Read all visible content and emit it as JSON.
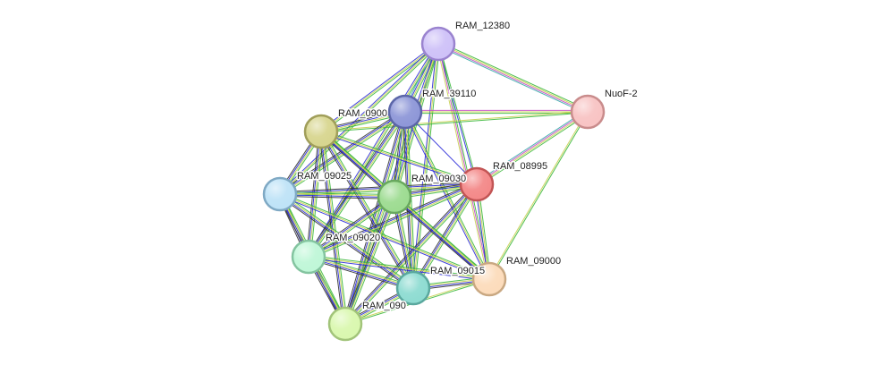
{
  "nodes": [
    {
      "id": "RAM_12380",
      "label": "RAM_12380",
      "fill": "#cfc2f8",
      "stroke": "#9a83cf"
    },
    {
      "id": "NuoF-2",
      "label": "NuoF-2",
      "fill": "#f8c4c4",
      "stroke": "#c98c8c"
    },
    {
      "id": "RAM_39110",
      "label": "RAM_39110",
      "fill": "#8f98d8",
      "stroke": "#5c66a8"
    },
    {
      "id": "RAM_09005",
      "label": "RAM_0900",
      "fill": "#d8d690",
      "stroke": "#a09e5a"
    },
    {
      "id": "RAM_08995",
      "label": "RAM_08995",
      "fill": "#f48a8a",
      "stroke": "#c25555"
    },
    {
      "id": "RAM_09025",
      "label": "RAM_09025",
      "fill": "#bfe3f7",
      "stroke": "#7fa9c4"
    },
    {
      "id": "RAM_09030",
      "label": "RAM_09030",
      "fill": "#9edc92",
      "stroke": "#68a85e"
    },
    {
      "id": "RAM_09020",
      "label": "RAM_09020",
      "fill": "#c0f7d8",
      "stroke": "#84c4a0"
    },
    {
      "id": "RAM_09015",
      "label": "RAM_09015",
      "fill": "#8fdcd2",
      "stroke": "#5aa89e"
    },
    {
      "id": "RAM_09000",
      "label": "RAM_09000",
      "fill": "#fcdcbc",
      "stroke": "#c9a882"
    },
    {
      "id": "RAM_09010",
      "label": "RAM_090",
      "fill": "#daf8b0",
      "stroke": "#a2c47a"
    }
  ],
  "edge_colors": {
    "green": "#3cb83c",
    "blue": "#2a2ad8",
    "yellow": "#c8d050",
    "magenta": "#c44cc4",
    "teal": "#3aa8a8",
    "black": "#333333",
    "olive": "#a8b838"
  },
  "edges": [
    {
      "a": "RAM_12380",
      "b": "NuoF-2",
      "types": [
        "green",
        "yellow",
        "magenta",
        "teal"
      ]
    },
    {
      "a": "RAM_12380",
      "b": "RAM_39110",
      "types": [
        "green",
        "yellow",
        "blue",
        "teal"
      ]
    },
    {
      "a": "RAM_12380",
      "b": "RAM_09005",
      "types": [
        "green",
        "yellow",
        "blue"
      ]
    },
    {
      "a": "RAM_12380",
      "b": "RAM_08995",
      "types": [
        "green",
        "blue"
      ]
    },
    {
      "a": "RAM_12380",
      "b": "RAM_09025",
      "types": [
        "green",
        "yellow",
        "blue"
      ]
    },
    {
      "a": "RAM_12380",
      "b": "RAM_09030",
      "types": [
        "green",
        "yellow",
        "blue"
      ]
    },
    {
      "a": "RAM_12380",
      "b": "RAM_09020",
      "types": [
        "green",
        "yellow",
        "blue"
      ]
    },
    {
      "a": "RAM_12380",
      "b": "RAM_09015",
      "types": [
        "green",
        "yellow",
        "blue"
      ]
    },
    {
      "a": "RAM_12380",
      "b": "RAM_09000",
      "types": [
        "green",
        "magenta",
        "yellow"
      ]
    },
    {
      "a": "RAM_12380",
      "b": "RAM_09010",
      "types": [
        "green",
        "yellow",
        "blue"
      ]
    },
    {
      "a": "NuoF-2",
      "b": "RAM_39110",
      "types": [
        "green",
        "yellow",
        "magenta"
      ]
    },
    {
      "a": "NuoF-2",
      "b": "RAM_09005",
      "types": [
        "green",
        "yellow"
      ]
    },
    {
      "a": "NuoF-2",
      "b": "RAM_08995",
      "types": [
        "green",
        "yellow",
        "magenta",
        "teal"
      ]
    },
    {
      "a": "NuoF-2",
      "b": "RAM_09000",
      "types": [
        "green",
        "yellow"
      ]
    },
    {
      "a": "RAM_39110",
      "b": "RAM_09005",
      "types": [
        "green",
        "yellow",
        "blue",
        "black"
      ]
    },
    {
      "a": "RAM_39110",
      "b": "RAM_08995",
      "types": [
        "blue"
      ]
    },
    {
      "a": "RAM_39110",
      "b": "RAM_09025",
      "types": [
        "green",
        "yellow",
        "blue",
        "black"
      ]
    },
    {
      "a": "RAM_39110",
      "b": "RAM_09030",
      "types": [
        "green",
        "yellow",
        "blue",
        "black"
      ]
    },
    {
      "a": "RAM_39110",
      "b": "RAM_09020",
      "types": [
        "green",
        "yellow",
        "blue",
        "black"
      ]
    },
    {
      "a": "RAM_39110",
      "b": "RAM_09015",
      "types": [
        "green",
        "yellow",
        "blue",
        "black"
      ]
    },
    {
      "a": "RAM_39110",
      "b": "RAM_09000",
      "types": [
        "green",
        "yellow",
        "blue"
      ]
    },
    {
      "a": "RAM_39110",
      "b": "RAM_09010",
      "types": [
        "green",
        "yellow",
        "blue",
        "black"
      ]
    },
    {
      "a": "RAM_09005",
      "b": "RAM_08995",
      "types": [
        "green",
        "yellow",
        "blue"
      ]
    },
    {
      "a": "RAM_09005",
      "b": "RAM_09025",
      "types": [
        "green",
        "yellow",
        "blue",
        "black"
      ]
    },
    {
      "a": "RAM_09005",
      "b": "RAM_09030",
      "types": [
        "green",
        "yellow",
        "blue",
        "black"
      ]
    },
    {
      "a": "RAM_09005",
      "b": "RAM_09020",
      "types": [
        "green",
        "yellow",
        "blue",
        "black"
      ]
    },
    {
      "a": "RAM_09005",
      "b": "RAM_09015",
      "types": [
        "green",
        "yellow",
        "blue",
        "black"
      ]
    },
    {
      "a": "RAM_09005",
      "b": "RAM_09000",
      "types": [
        "green",
        "yellow",
        "blue"
      ]
    },
    {
      "a": "RAM_09005",
      "b": "RAM_09010",
      "types": [
        "green",
        "yellow",
        "blue",
        "black"
      ]
    },
    {
      "a": "RAM_08995",
      "b": "RAM_09025",
      "types": [
        "green",
        "yellow",
        "blue",
        "black"
      ]
    },
    {
      "a": "RAM_08995",
      "b": "RAM_09030",
      "types": [
        "green",
        "yellow",
        "blue",
        "black"
      ]
    },
    {
      "a": "RAM_08995",
      "b": "RAM_09020",
      "types": [
        "green",
        "yellow",
        "blue",
        "black"
      ]
    },
    {
      "a": "RAM_08995",
      "b": "RAM_09015",
      "types": [
        "green",
        "yellow",
        "blue",
        "black"
      ]
    },
    {
      "a": "RAM_08995",
      "b": "RAM_09000",
      "types": [
        "green",
        "yellow",
        "blue"
      ]
    },
    {
      "a": "RAM_08995",
      "b": "RAM_09010",
      "types": [
        "green",
        "yellow",
        "blue",
        "black"
      ]
    },
    {
      "a": "RAM_09025",
      "b": "RAM_09030",
      "types": [
        "green",
        "yellow",
        "blue",
        "black"
      ]
    },
    {
      "a": "RAM_09025",
      "b": "RAM_09020",
      "types": [
        "green",
        "yellow",
        "blue",
        "black"
      ]
    },
    {
      "a": "RAM_09025",
      "b": "RAM_09015",
      "types": [
        "green",
        "yellow",
        "blue",
        "black"
      ]
    },
    {
      "a": "RAM_09025",
      "b": "RAM_09000",
      "types": [
        "green",
        "yellow",
        "blue"
      ]
    },
    {
      "a": "RAM_09025",
      "b": "RAM_09010",
      "types": [
        "green",
        "yellow",
        "blue",
        "black"
      ]
    },
    {
      "a": "RAM_09030",
      "b": "RAM_09020",
      "types": [
        "green",
        "yellow",
        "blue",
        "black"
      ]
    },
    {
      "a": "RAM_09030",
      "b": "RAM_09015",
      "types": [
        "green",
        "yellow",
        "blue",
        "black"
      ]
    },
    {
      "a": "RAM_09030",
      "b": "RAM_09000",
      "types": [
        "green",
        "yellow",
        "blue",
        "black"
      ]
    },
    {
      "a": "RAM_09030",
      "b": "RAM_09010",
      "types": [
        "green",
        "yellow",
        "blue",
        "black"
      ]
    },
    {
      "a": "RAM_09020",
      "b": "RAM_09015",
      "types": [
        "green",
        "yellow",
        "blue",
        "black"
      ]
    },
    {
      "a": "RAM_09020",
      "b": "RAM_09000",
      "types": [
        "green",
        "yellow",
        "blue"
      ]
    },
    {
      "a": "RAM_09020",
      "b": "RAM_09010",
      "types": [
        "green",
        "yellow",
        "blue",
        "black"
      ]
    },
    {
      "a": "RAM_09015",
      "b": "RAM_09000",
      "types": [
        "green",
        "yellow",
        "blue",
        "black"
      ]
    },
    {
      "a": "RAM_09015",
      "b": "RAM_09010",
      "types": [
        "green",
        "yellow",
        "blue",
        "black"
      ]
    },
    {
      "a": "RAM_09000",
      "b": "RAM_09010",
      "types": [
        "green",
        "yellow"
      ]
    }
  ]
}
